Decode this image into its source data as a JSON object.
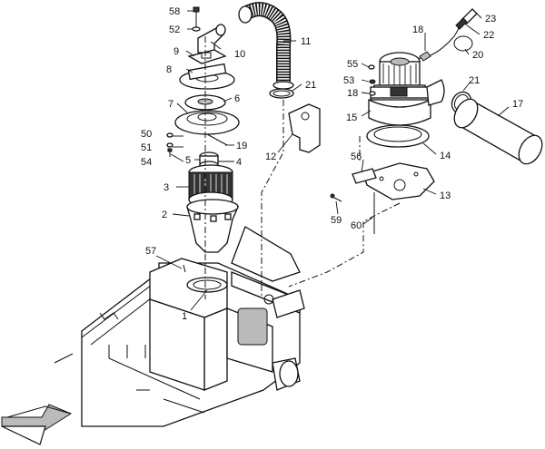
{
  "callouts": [
    {
      "id": "c1",
      "label": "1"
    },
    {
      "id": "c2",
      "label": "2"
    },
    {
      "id": "c3",
      "label": "3"
    },
    {
      "id": "c4",
      "label": "4"
    },
    {
      "id": "c5",
      "label": "5"
    },
    {
      "id": "c6",
      "label": "6"
    },
    {
      "id": "c7",
      "label": "7"
    },
    {
      "id": "c8",
      "label": "8"
    },
    {
      "id": "c9",
      "label": "9"
    },
    {
      "id": "c10",
      "label": "10"
    },
    {
      "id": "c11",
      "label": "11"
    },
    {
      "id": "c12",
      "label": "12"
    },
    {
      "id": "c13",
      "label": "13"
    },
    {
      "id": "c14",
      "label": "14"
    },
    {
      "id": "c15",
      "label": "15"
    },
    {
      "id": "c17",
      "label": "17"
    },
    {
      "id": "c18a",
      "label": "18"
    },
    {
      "id": "c18b",
      "label": "18"
    },
    {
      "id": "c19",
      "label": "19"
    },
    {
      "id": "c20",
      "label": "20"
    },
    {
      "id": "c21a",
      "label": "21"
    },
    {
      "id": "c21b",
      "label": "21"
    },
    {
      "id": "c22",
      "label": "22"
    },
    {
      "id": "c23",
      "label": "23"
    },
    {
      "id": "c50",
      "label": "50"
    },
    {
      "id": "c51",
      "label": "51"
    },
    {
      "id": "c52",
      "label": "52"
    },
    {
      "id": "c53",
      "label": "53"
    },
    {
      "id": "c54",
      "label": "54"
    },
    {
      "id": "c55",
      "label": "55"
    },
    {
      "id": "c56",
      "label": "56"
    },
    {
      "id": "c57",
      "label": "57"
    },
    {
      "id": "c58",
      "label": "58"
    },
    {
      "id": "c59",
      "label": "59"
    },
    {
      "id": "c60",
      "label": "60"
    }
  ],
  "icons": {
    "direction_arrow": "front-direction-arrow-icon"
  }
}
